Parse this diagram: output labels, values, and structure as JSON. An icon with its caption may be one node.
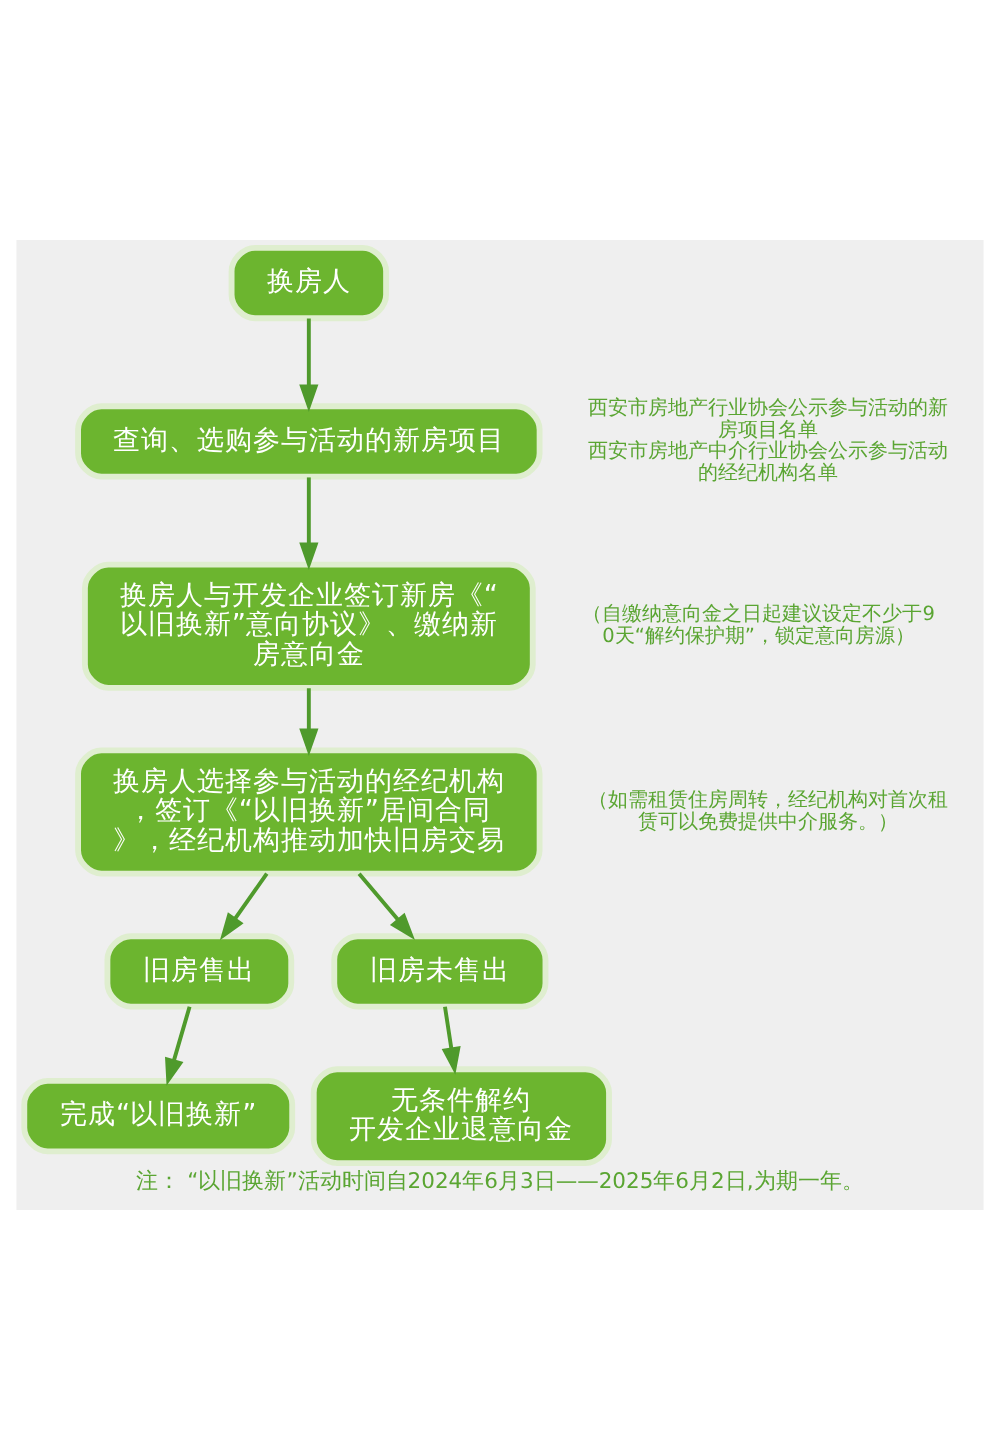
{
  "diagram": {
    "caption": "注： “以旧换新”活动时间自2024年6月3日——2025年6月2日,为期一年。",
    "nodes": [
      {
        "text": [
          "换房人"
        ]
      },
      {
        "text": [
          "查询、选购参与活动的新房项目"
        ],
        "beside": [
          "西安市房地产行业协会公示参与活动的新房项目名单",
          "西安市房地产中介行业协会公示参与活动的经纪机构名单"
        ]
      },
      {
        "text": [
          "换房人与开发企业签订新房《“以旧换新”意向协议》、缴纳新房意向金"
        ],
        "beside": [
          "（自缴纳意向金之日起建议设定不少于90天“解约保护期”，锁定意向房源）"
        ]
      },
      {
        "text": [
          "换房人选择参与活动的经纪机构，签订《“以旧换新”居间合同》，经纪机构推动加快旧房交易"
        ],
        "beside": [
          "（如需租赁住房周转，经纪机构对首次租赁可以免费提供中介服务。）"
        ]
      },
      {
        "text": [
          "旧房售出"
        ]
      },
      {
        "text": [
          "旧房未售出"
        ]
      },
      {
        "text": [
          "完成“以旧换新”"
        ]
      },
      {
        "text": [
          "无条件解约",
          "开发企业退意向金"
        ]
      }
    ],
    "edges": [
      {
        "from": 0,
        "to": 1,
        "arrow": "to"
      },
      {
        "from": 1,
        "to": 2,
        "arrow": "to"
      },
      {
        "from": 2,
        "to": 3,
        "arrow": "to"
      },
      {
        "from": 3,
        "to": 4,
        "arrow": "to"
      },
      {
        "from": 3,
        "to": 5,
        "arrow": "to"
      },
      {
        "from": 4,
        "to": 6,
        "arrow": "to"
      },
      {
        "from": 5,
        "to": 7,
        "arrow": "to"
      }
    ]
  }
}
